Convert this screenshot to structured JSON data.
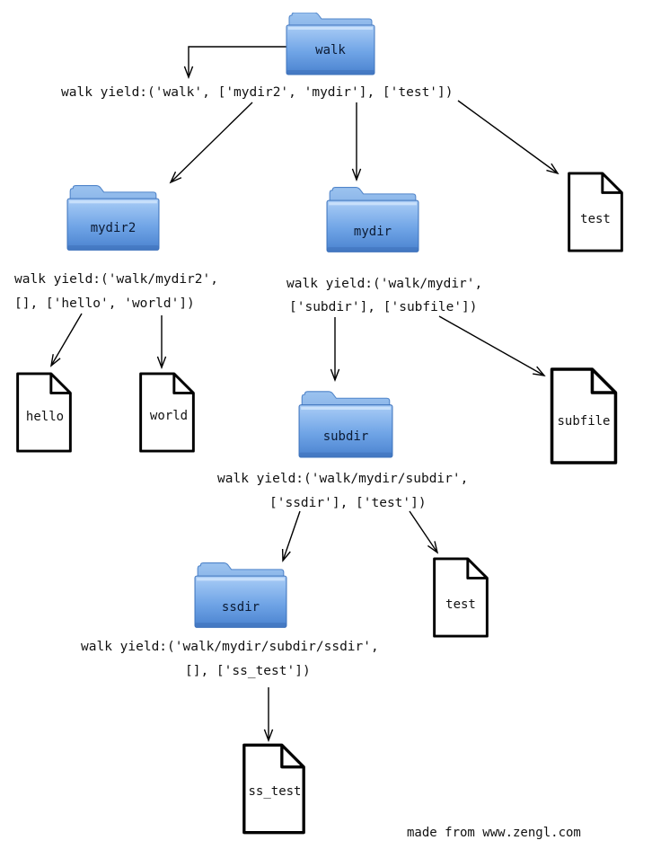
{
  "diagram": {
    "credit": "made from www.zengl.com",
    "folders": [
      {
        "id": "walk",
        "label": "walk"
      },
      {
        "id": "mydir2",
        "label": "mydir2"
      },
      {
        "id": "mydir",
        "label": "mydir"
      },
      {
        "id": "subdir",
        "label": "subdir"
      },
      {
        "id": "ssdir",
        "label": "ssdir"
      }
    ],
    "files": [
      {
        "id": "test_root",
        "label": "test"
      },
      {
        "id": "hello",
        "label": "hello"
      },
      {
        "id": "world",
        "label": "world"
      },
      {
        "id": "subfile",
        "label": "subfile"
      },
      {
        "id": "test_sub",
        "label": "test"
      },
      {
        "id": "ss_test",
        "label": "ss_test"
      }
    ],
    "yields": [
      {
        "id": "walk",
        "lines": [
          "walk yield:('walk', ['mydir2', 'mydir'], ['test'])"
        ]
      },
      {
        "id": "mydir2",
        "lines": [
          "walk yield:('walk/mydir2',",
          "[], ['hello', 'world'])"
        ]
      },
      {
        "id": "mydir",
        "lines": [
          "walk yield:('walk/mydir',",
          "['subdir'], ['subfile'])"
        ]
      },
      {
        "id": "subdir",
        "lines": [
          "walk yield:('walk/mydir/subdir',",
          "['ssdir'], ['test'])"
        ]
      },
      {
        "id": "ssdir",
        "lines": [
          "walk yield:('walk/mydir/subdir/ssdir',",
          "[], ['ss_test'])"
        ]
      }
    ]
  }
}
